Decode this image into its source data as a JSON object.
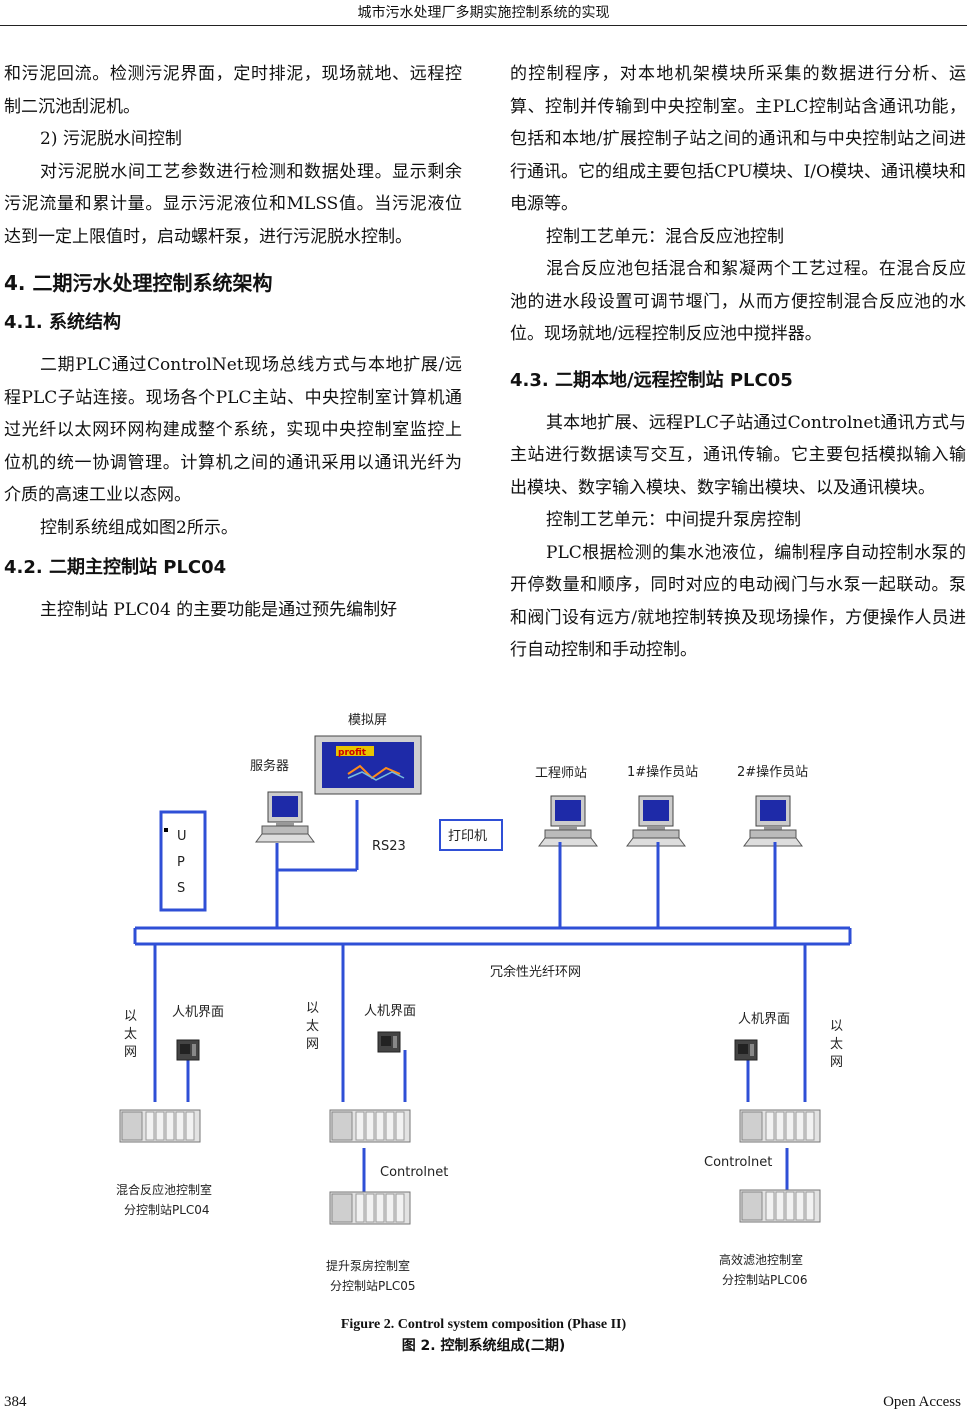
{
  "header": {
    "title": "城市污水处理厂多期实施控制系统的实现"
  },
  "left_column": {
    "p1": "和污泥回流。检测污泥界面，定时排泥，现场就地、远程控制二沉池刮泥机。",
    "p2": "2)  污泥脱水间控制",
    "p3": "对污泥脱水间工艺参数进行检测和数据处理。显示剩余污泥流量和累计量。显示污泥液位和MLSS值。当污泥液位达到一定上限值时，启动螺杆泵，进行污泥脱水控制。",
    "h4": "4.  二期污水处理控制系统架构",
    "h41": "4.1.  系统结构",
    "p4": "二期PLC通过ControlNet现场总线方式与本地扩展/远程PLC子站连接。现场各个PLC主站、中央控制室计算机通过光纤以太网环网构建成整个系统，实现中央控制室监控上位机的统一协调管理。计算机之间的通讯采用以通讯光纤为介质的高速工业以态网。",
    "p5": "控制系统组成如图2所示。",
    "h42": "4.2.  二期主控制站 PLC04",
    "p6": "主控制站  PLC04  的主要功能是通过预先编制好"
  },
  "right_column": {
    "p1": "的控制程序，对本地机架模块所采集的数据进行分析、运算、控制并传输到中央控制室。主PLC控制站含通讯功能，包括和本地/扩展控制子站之间的通讯和与中央控制站之间进行通讯。它的组成主要包括CPU模块、I/O模块、通讯模块和电源等。",
    "p2": "控制工艺单元：混合反应池控制",
    "p3": "混合反应池包括混合和絮凝两个工艺过程。在混合反应池的进水段设置可调节堰门，从而方便控制混合反应池的水位。现场就地/远程控制反应池中搅拌器。",
    "h43": "4.3.  二期本地/远程控制站 PLC05",
    "p4": "其本地扩展、远程PLC子站通过Controlnet通讯方式与主站进行数据读写交互，通讯传输。它主要包括模拟输入输出模块、数字输入模块、数字输出模块、以及通讯模块。",
    "p5": "控制工艺单元：中间提升泵房控制",
    "p6": "PLC根据检测的集水池液位，编制程序自动控制水泵的开停数量和顺序，同时对应的电动阀门与水泵一起联动。泵和阀门设有远方/就地控制转换及现场操作，方便操作人员进行自动控制和手动控制。"
  },
  "diagram": {
    "display_screen": "模拟屏",
    "screen_logo": "profit",
    "server": "服务器",
    "rs23": "RS23",
    "printer": "打印机",
    "ups": [
      "U",
      "P",
      "S"
    ],
    "engineer_station": "工程师站",
    "operator1": "1#操作员站",
    "operator2": "2#操作员站",
    "ring": "冗余性光纤环网",
    "ethernet": [
      "以",
      "太",
      "网"
    ],
    "hmi": "人机界面",
    "controlnet": "Controlnet",
    "plc04_line1": "混合反应池控制室",
    "plc04_line2": "分控制站PLC04",
    "plc05_line1": "提升泵房控制室",
    "plc05_line2": "分控制站PLC05",
    "plc06_line1": "高效滤池控制室",
    "plc06_line2": "分控制站PLC06"
  },
  "caption": {
    "en": "Figure 2. Control system composition (Phase II)",
    "cn": "图 2.  控制系统组成(二期)"
  },
  "footer": {
    "page": "384",
    "access": "Open Access"
  },
  "colors": {
    "network": "#2f4fd6",
    "screen": "#1e2aa8"
  }
}
